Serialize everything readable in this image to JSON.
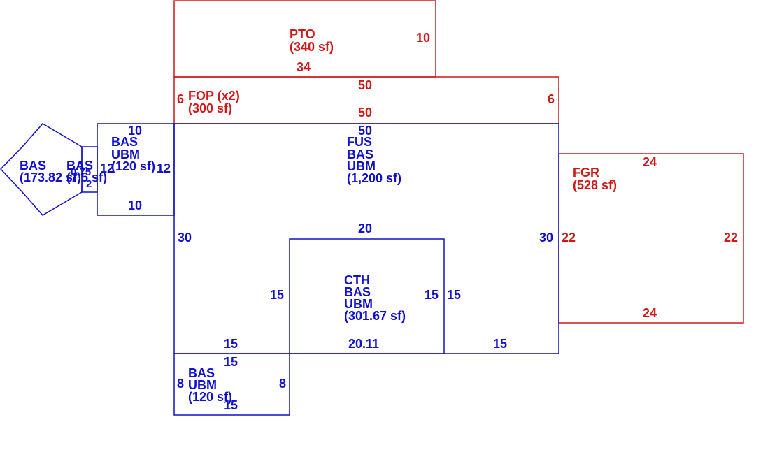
{
  "colors": {
    "living": "#1111cc",
    "other": "#d01818"
  },
  "areas": {
    "pto": {
      "label": "PTO",
      "area": "(340 sf)",
      "dims": [
        "10",
        "34"
      ]
    },
    "fop": {
      "label": "FOP (x2)",
      "area": "(300 sf)",
      "dims": [
        "50",
        "50",
        "6",
        "6"
      ]
    },
    "fus": {
      "lines": [
        "FUS",
        "BAS",
        "UBM"
      ],
      "area": "(1,200 sf)",
      "dims": [
        "50",
        "30",
        "30",
        "15",
        "15"
      ]
    },
    "bas_left": {
      "label": "BAS",
      "area": "(173.82 sf)"
    },
    "bas_small": {
      "label": "BAS",
      "area": "(7.5 sf)",
      "dims": [
        "0.75",
        "12",
        "12",
        "2"
      ]
    },
    "bas_mid": {
      "lines": [
        "BAS",
        "UBM"
      ],
      "area": "(120 sf)",
      "dims": [
        "10",
        "10",
        "12"
      ]
    },
    "cth": {
      "lines": [
        "CTH",
        "BAS",
        "UBM"
      ],
      "area": "(301.67 sf)",
      "dims": [
        "20",
        "20.11",
        "15",
        "15",
        "15"
      ]
    },
    "fgr": {
      "label": "FGR",
      "area": "(528 sf)",
      "dims": [
        "24",
        "24",
        "22",
        "22"
      ]
    },
    "bas_bottom": {
      "lines": [
        "BAS",
        "UBM"
      ],
      "area": "(120 sf)",
      "dims": [
        "15",
        "15",
        "8",
        "8"
      ]
    }
  }
}
